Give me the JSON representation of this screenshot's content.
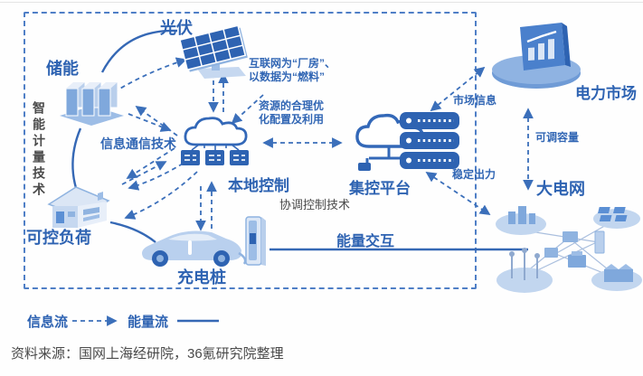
{
  "nodes": {
    "pv": "光伏",
    "storage": "储能",
    "load": "可控负荷",
    "charger": "充电桩",
    "local_control": "本地控制",
    "central_platform": "集控平台",
    "power_market": "电力市场",
    "main_grid": "大电网"
  },
  "annotations": {
    "smart_metering": "智能计量技术",
    "ict": "信息通信技术",
    "internet_line1": "互联网为“厂房”、",
    "internet_line2": "以数据为“燃料”",
    "resource_line1": "资源的合理优",
    "resource_line2": "化配置及利用",
    "market_info": "市场信息",
    "adjustable_capacity": "可调容量",
    "stable_output": "稳定出力",
    "energy_exchange": "能量交互",
    "coordinated_control": "协调控制技术"
  },
  "legend": {
    "info_flow": "信息流",
    "energy_flow": "能量流"
  },
  "source_note": "资料来源：国网上海经研院，36氪研究院整理",
  "colors": {
    "brand_blue": "#2e63b2",
    "line_blue": "#3b6fba",
    "icon_light_blue": "#c6d8f0",
    "text_dark": "#4a4a4a"
  }
}
